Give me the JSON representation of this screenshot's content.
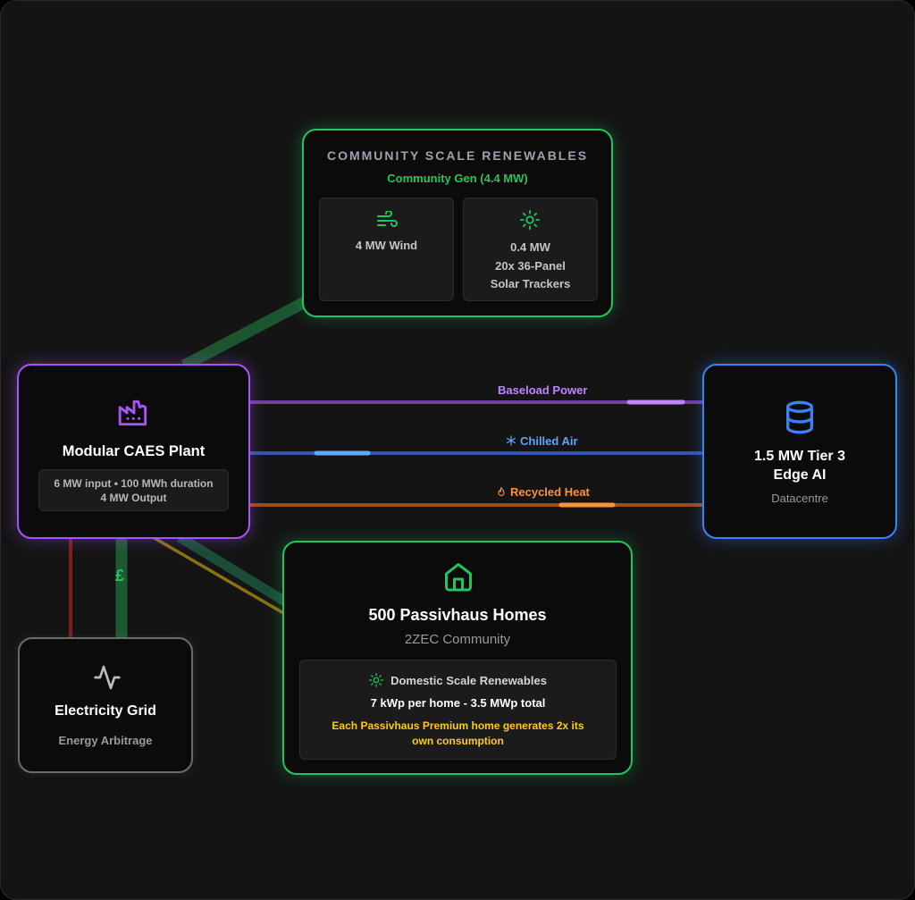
{
  "community": {
    "title": "COMMUNITY SCALE RENEWABLES",
    "subtitle": "Community Gen (4.4 MW)",
    "wind": {
      "label": "4 MW Wind"
    },
    "solar": {
      "line1": "0.4 MW",
      "line2": "20x 36-Panel",
      "line3": "Solar Trackers"
    }
  },
  "caes": {
    "title": "Modular CAES Plant",
    "spec1": "6 MW input • 100 MWh duration",
    "spec2": "4 MW Output"
  },
  "datacentre": {
    "title_line1": "1.5 MW Tier 3",
    "title_line2": "Edge AI",
    "subtitle": "Datacentre"
  },
  "homes": {
    "title": "500 Passivhaus Homes",
    "subtitle": "2ZEC Community",
    "renewables_title": "Domestic Scale Renewables",
    "renewables_spec": "7 kWp per home - 3.5 MWp total",
    "note_line1": "Each Passivhaus Premium home generates 2x its",
    "note_line2": "own consumption"
  },
  "grid": {
    "title": "Electricity Grid",
    "subtitle": "Energy Arbitrage",
    "currency_symbol": "£"
  },
  "flows": {
    "baseload": "Baseload Power",
    "chilled": "Chilled Air",
    "heat": "Recycled Heat"
  },
  "colors": {
    "green": "#22c55e",
    "purple": "#a855f7",
    "blue": "#3b82f6",
    "orange": "#f97316",
    "yellow": "#facc15",
    "gray": "#6b6b6b"
  },
  "icons": {
    "wind": "wind-icon",
    "solar": "sun-icon",
    "factory": "factory-icon",
    "database": "database-icon",
    "home": "home-icon",
    "pulse": "activity-icon",
    "snowflake": "snowflake-icon",
    "flame": "flame-icon"
  }
}
